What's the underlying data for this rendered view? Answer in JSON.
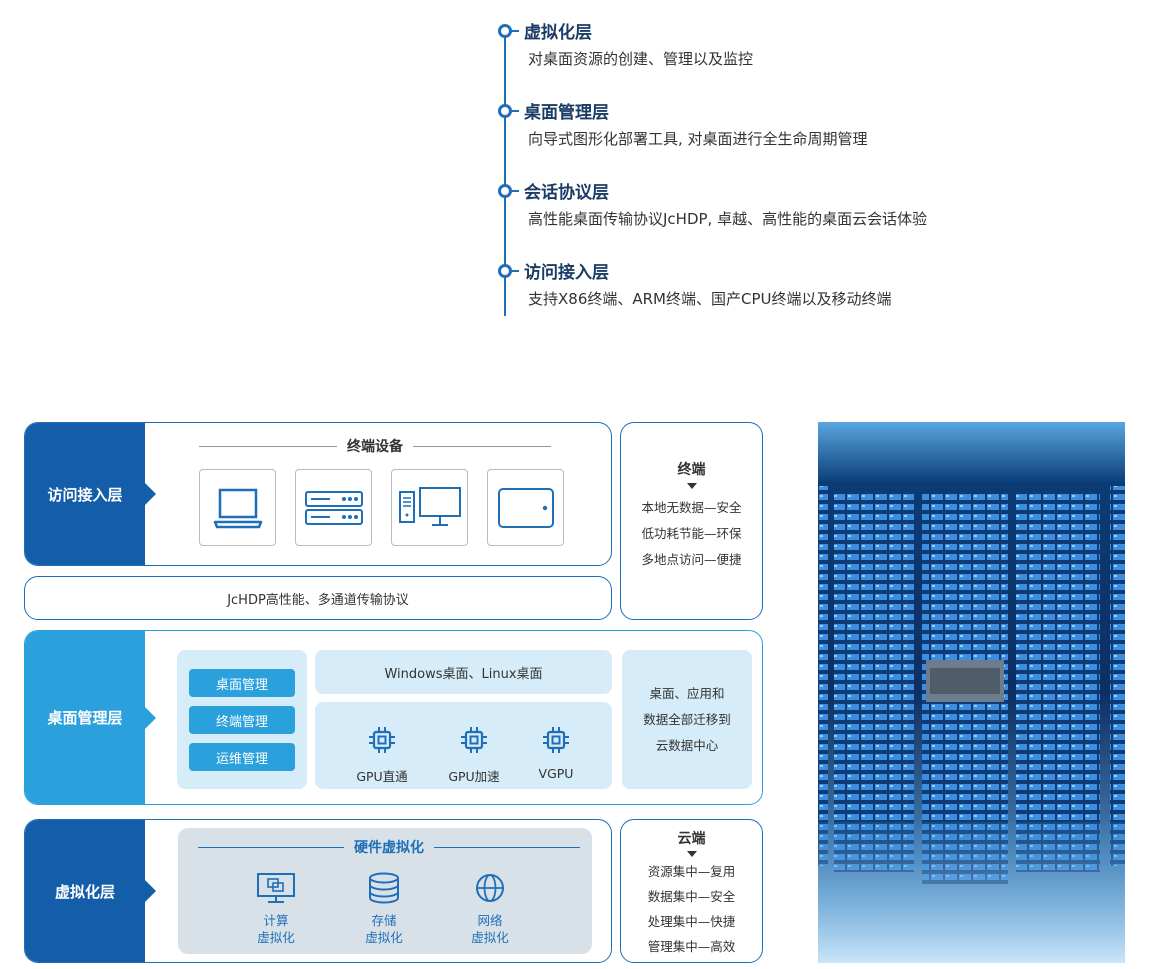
{
  "timeline": [
    {
      "title": "虚拟化层",
      "desc": "对桌面资源的创建、管理以及监控"
    },
    {
      "title": "桌面管理层",
      "desc": "向导式图形化部署工具, 对桌面进行全生命周期管理"
    },
    {
      "title": "会话协议层",
      "desc": "高性能桌面传输协议JcHDP, 卓越、高性能的桌面云会话体验"
    },
    {
      "title": "访问接入层",
      "desc": "支持X86终端、ARM终端、国产CPU终端以及移动终端"
    }
  ],
  "access": {
    "label": "访问接入层",
    "section_title": "终端设备",
    "devices": [
      "laptop-icon",
      "server-icon",
      "desktop-pc-icon",
      "tablet-icon"
    ]
  },
  "protocol": {
    "text": "JcHDP高性能、多通道传输协议"
  },
  "terminal_card": {
    "head": "终端",
    "lines": [
      "本地无数据—安全",
      "低功耗节能—环保",
      "多地点访问—便捷"
    ]
  },
  "management": {
    "label": "桌面管理层",
    "buttons": [
      "桌面管理",
      "终端管理",
      "运维管理"
    ],
    "desktops": "Windows桌面、Linux桌面",
    "gpus": [
      {
        "label": "GPU直通"
      },
      {
        "label": "GPU加速"
      },
      {
        "label": "VGPU"
      }
    ],
    "migration": [
      "桌面、应用和",
      "数据全部迁移到",
      "云数据中心"
    ]
  },
  "virtualization": {
    "label": "虚拟化层",
    "section_title": "硬件虚拟化",
    "items": [
      {
        "icon": "compute-icon",
        "line1": "计算",
        "line2": "虚拟化"
      },
      {
        "icon": "storage-icon",
        "line1": "存储",
        "line2": "虚拟化"
      },
      {
        "icon": "network-icon",
        "line1": "网络",
        "line2": "虚拟化"
      }
    ]
  },
  "cloud_card": {
    "head": "云端",
    "lines": [
      "资源集中—复用",
      "数据集中—安全",
      "处理集中—快捷",
      "管理集中—高效"
    ]
  },
  "colors": {
    "dark_blue": "#145da8",
    "light_blue": "#2aa1dc",
    "panel": "#d6ecf8",
    "hw_panel": "#d9e1e8"
  }
}
